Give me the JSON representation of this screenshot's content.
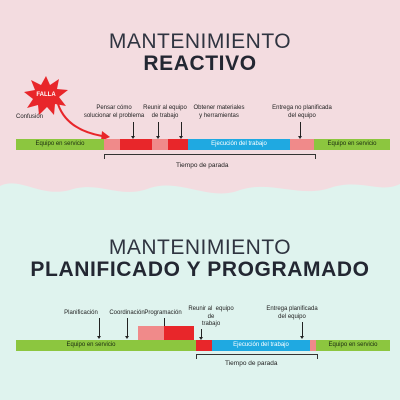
{
  "reactive": {
    "title_line1": "MANTENIMIENTO",
    "title_line2": "REACTIVO",
    "falla_badge": "FALLA",
    "labels": {
      "confusion": "Confusión",
      "pensar": "Pensar cómo\nsolucionar el problema",
      "reunir": "Reunir al equipo\nde trabajo",
      "obtener": "Obtener materiales\ny herramientas",
      "entrega": "Entrega no planificada\ndel equipo"
    },
    "bar": {
      "in_service_left": "Equipo en servicio",
      "execution": "Ejecución del trabajo",
      "in_service_right": "Equipo en servicio"
    },
    "downtime": "Tiempo de  parada"
  },
  "planned": {
    "title_line1": "MANTENIMIENTO",
    "title_line2": "PLANIFICADO Y PROGRAMADO",
    "labels": {
      "planificacion": "Planificación",
      "coordinacion": "Coordinación",
      "programacion": "Programación",
      "reunir": "Reunir al  equipo\nde\ntrabajo",
      "entrega": "Entrega planificada\ndel equipo"
    },
    "bar": {
      "in_service_left": "Equipo en servicio",
      "execution": "Ejecución del trabajo",
      "in_service_right": "Equipo en servicio"
    },
    "downtime": "Tiempo de  parada"
  },
  "colors": {
    "green": "#8cc63f",
    "red": "#e8262a",
    "pink": "#f08a8a",
    "blue": "#1fa9e1",
    "top_bg": "#f3dce0",
    "bottom_bg": "#dff3ee"
  }
}
